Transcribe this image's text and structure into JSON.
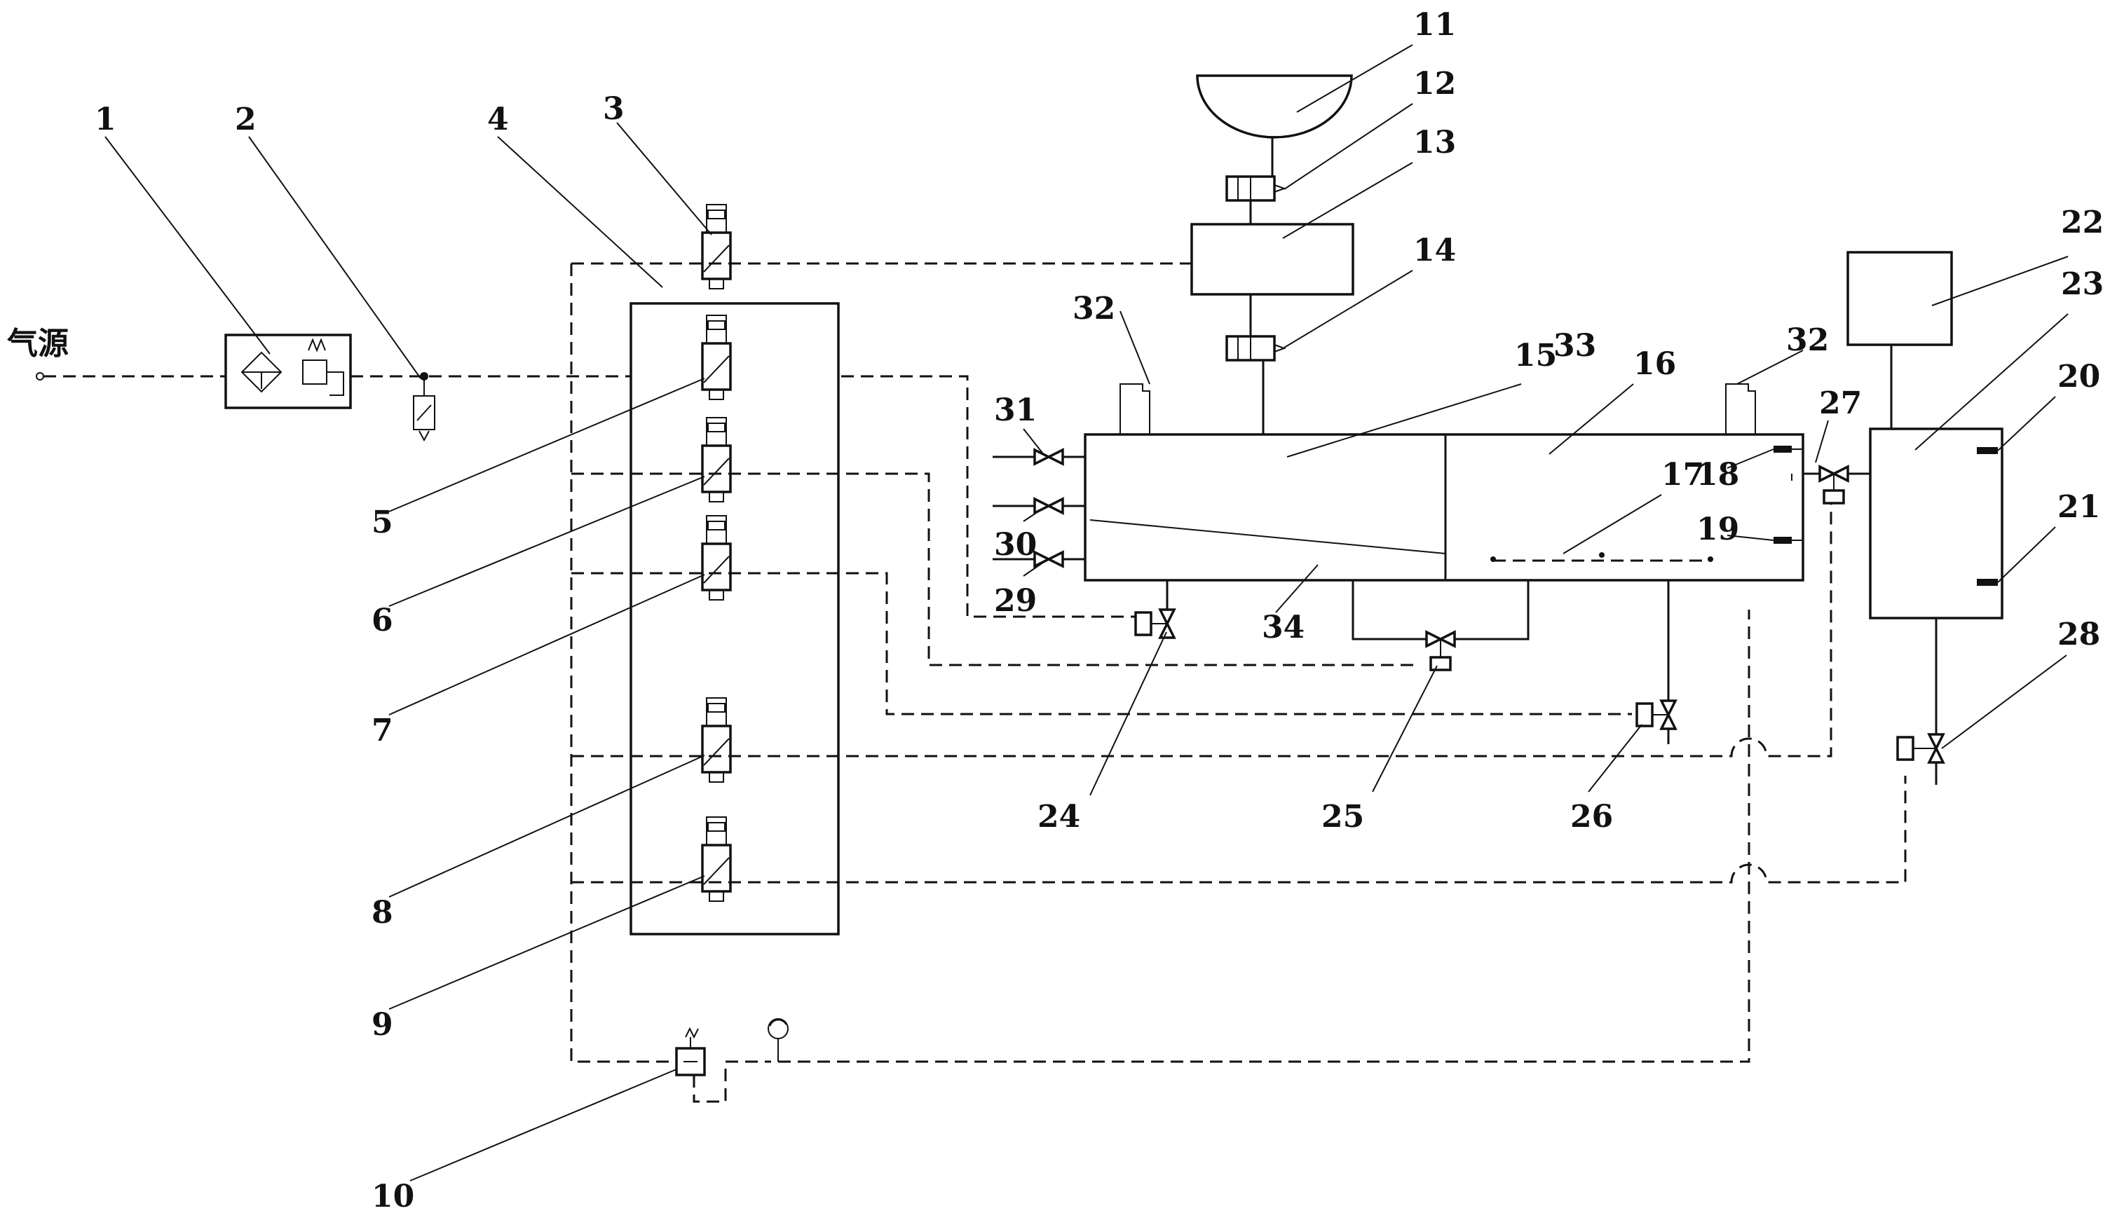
{
  "figure": {
    "source_label": "气源",
    "labels": {
      "l1": "1",
      "l2": "2",
      "l3": "3",
      "l4": "4",
      "l5": "5",
      "l6": "6",
      "l7": "7",
      "l8": "8",
      "l9": "9",
      "l10": "10",
      "l11": "11",
      "l12": "12",
      "l13": "13",
      "l14": "14",
      "l15": "15",
      "l16": "16",
      "l17": "17",
      "l18": "18",
      "l19": "19",
      "l20": "20",
      "l21": "21",
      "l22": "22",
      "l23": "23",
      "l24": "24",
      "l25": "25",
      "l26": "26",
      "l27": "27",
      "l28": "28",
      "l29": "29",
      "l30": "30",
      "l31": "31",
      "l32a": "32",
      "l32b": "32",
      "l33": "33",
      "l34": "34"
    }
  }
}
